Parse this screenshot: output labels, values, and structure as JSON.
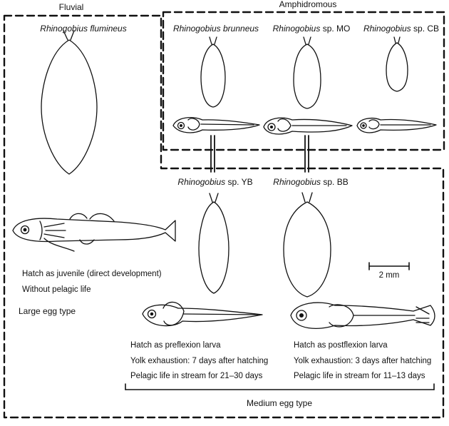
{
  "regions": {
    "fluvial": "Fluvial",
    "amphidromous": "Amphidromous",
    "medium_egg_type": "Medium egg type",
    "large_egg_type": "Large egg type"
  },
  "species": {
    "flumineus": {
      "genus": "Rhinogobius",
      "epithet": "flumineus"
    },
    "brunneus": {
      "genus": "Rhinogobius",
      "epithet": "brunneus"
    },
    "mo": {
      "genus": "Rhinogobius",
      "epithet": "sp. MO"
    },
    "cb": {
      "genus": "Rhinogobius",
      "epithet": "sp. CB"
    },
    "yb": {
      "genus": "Rhinogobius",
      "epithet": "sp. YB"
    },
    "bb": {
      "genus": "Rhinogobius",
      "epithet": "sp. BB"
    }
  },
  "scale_bar": "2 mm",
  "notes": {
    "large": [
      "Hatch as juvenile (direct development)",
      "Without pelagic life"
    ],
    "yb": [
      "Hatch as preflexion larva",
      "Yolk exhaustion: 7 days after hatching",
      "Pelagic life in stream for 21–30 days"
    ],
    "bb": [
      "Hatch as postflexion larva",
      "Yolk exhaustion: 3 days after hatching",
      "Pelagic life in stream for 11–13 days"
    ]
  }
}
